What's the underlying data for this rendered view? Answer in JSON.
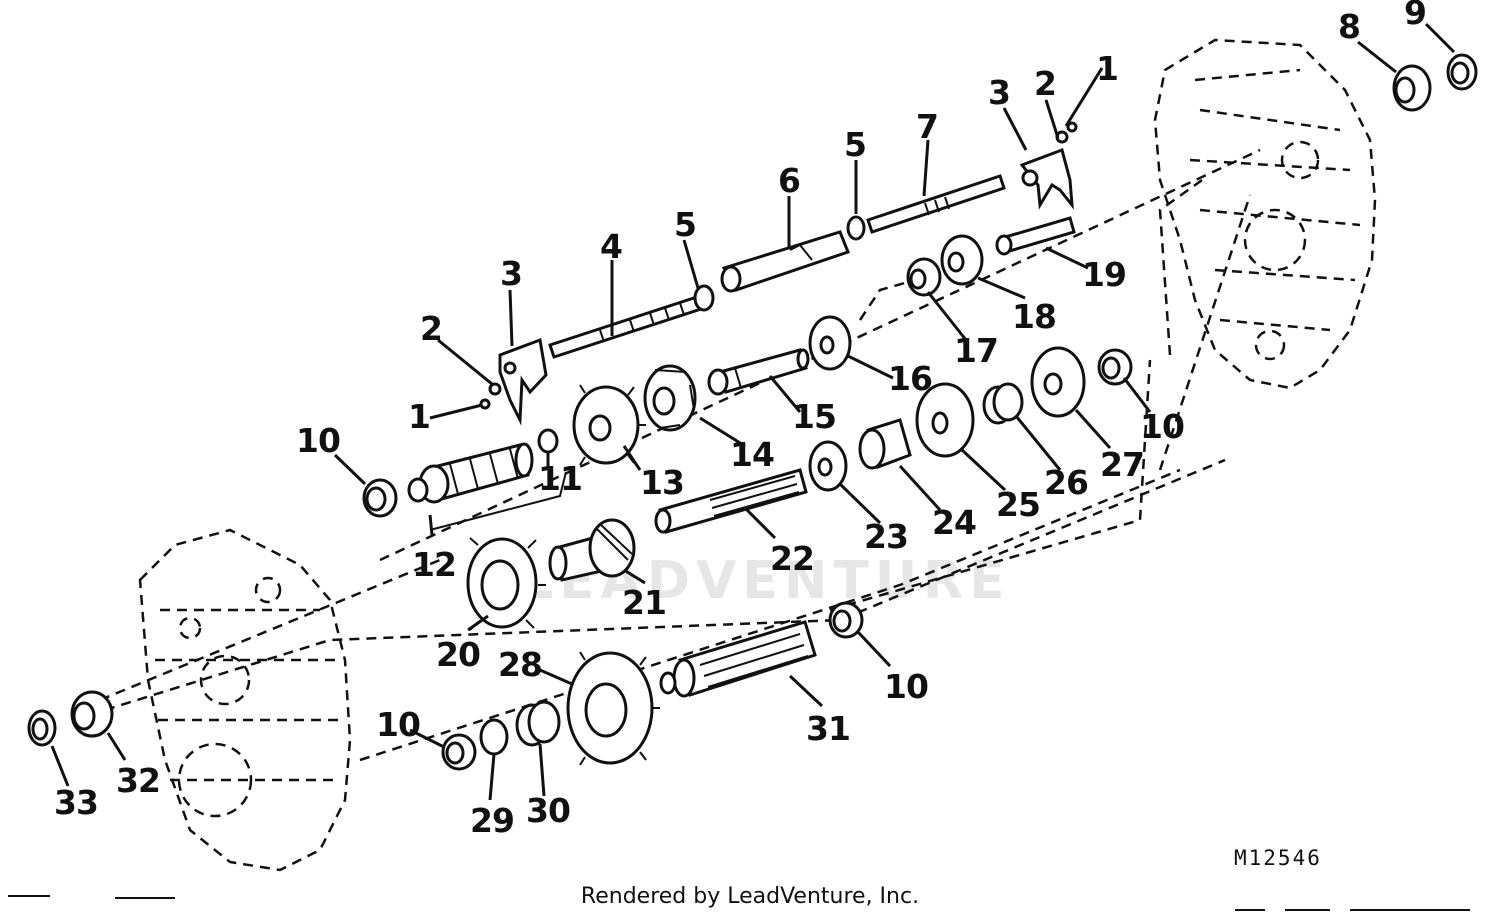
{
  "diagram": {
    "watermark": "LEADVENTURE",
    "figure_code": "M12546",
    "footer": "Rendered by LeadVenture, Inc."
  },
  "callouts": [
    {
      "id": "c1a",
      "text": "1"
    },
    {
      "id": "c1b",
      "text": "1"
    },
    {
      "id": "c2a",
      "text": "2"
    },
    {
      "id": "c2b",
      "text": "2"
    },
    {
      "id": "c3a",
      "text": "3"
    },
    {
      "id": "c3b",
      "text": "3"
    },
    {
      "id": "c4",
      "text": "4"
    },
    {
      "id": "c5a",
      "text": "5"
    },
    {
      "id": "c5b",
      "text": "5"
    },
    {
      "id": "c6",
      "text": "6"
    },
    {
      "id": "c7",
      "text": "7"
    },
    {
      "id": "c8",
      "text": "8"
    },
    {
      "id": "c9",
      "text": "9"
    },
    {
      "id": "c10a",
      "text": "10"
    },
    {
      "id": "c10b",
      "text": "10"
    },
    {
      "id": "c10c",
      "text": "10"
    },
    {
      "id": "c10d",
      "text": "10"
    },
    {
      "id": "c11",
      "text": "11"
    },
    {
      "id": "c12",
      "text": "12"
    },
    {
      "id": "c13",
      "text": "13"
    },
    {
      "id": "c14",
      "text": "14"
    },
    {
      "id": "c15",
      "text": "15"
    },
    {
      "id": "c16",
      "text": "16"
    },
    {
      "id": "c17",
      "text": "17"
    },
    {
      "id": "c18",
      "text": "18"
    },
    {
      "id": "c19",
      "text": "19"
    },
    {
      "id": "c20",
      "text": "20"
    },
    {
      "id": "c21",
      "text": "21"
    },
    {
      "id": "c22",
      "text": "22"
    },
    {
      "id": "c23",
      "text": "23"
    },
    {
      "id": "c24",
      "text": "24"
    },
    {
      "id": "c25",
      "text": "25"
    },
    {
      "id": "c26",
      "text": "26"
    },
    {
      "id": "c27",
      "text": "27"
    },
    {
      "id": "c28",
      "text": "28"
    },
    {
      "id": "c29",
      "text": "29"
    },
    {
      "id": "c30",
      "text": "30"
    },
    {
      "id": "c31",
      "text": "31"
    },
    {
      "id": "c32",
      "text": "32"
    },
    {
      "id": "c33",
      "text": "33"
    }
  ]
}
